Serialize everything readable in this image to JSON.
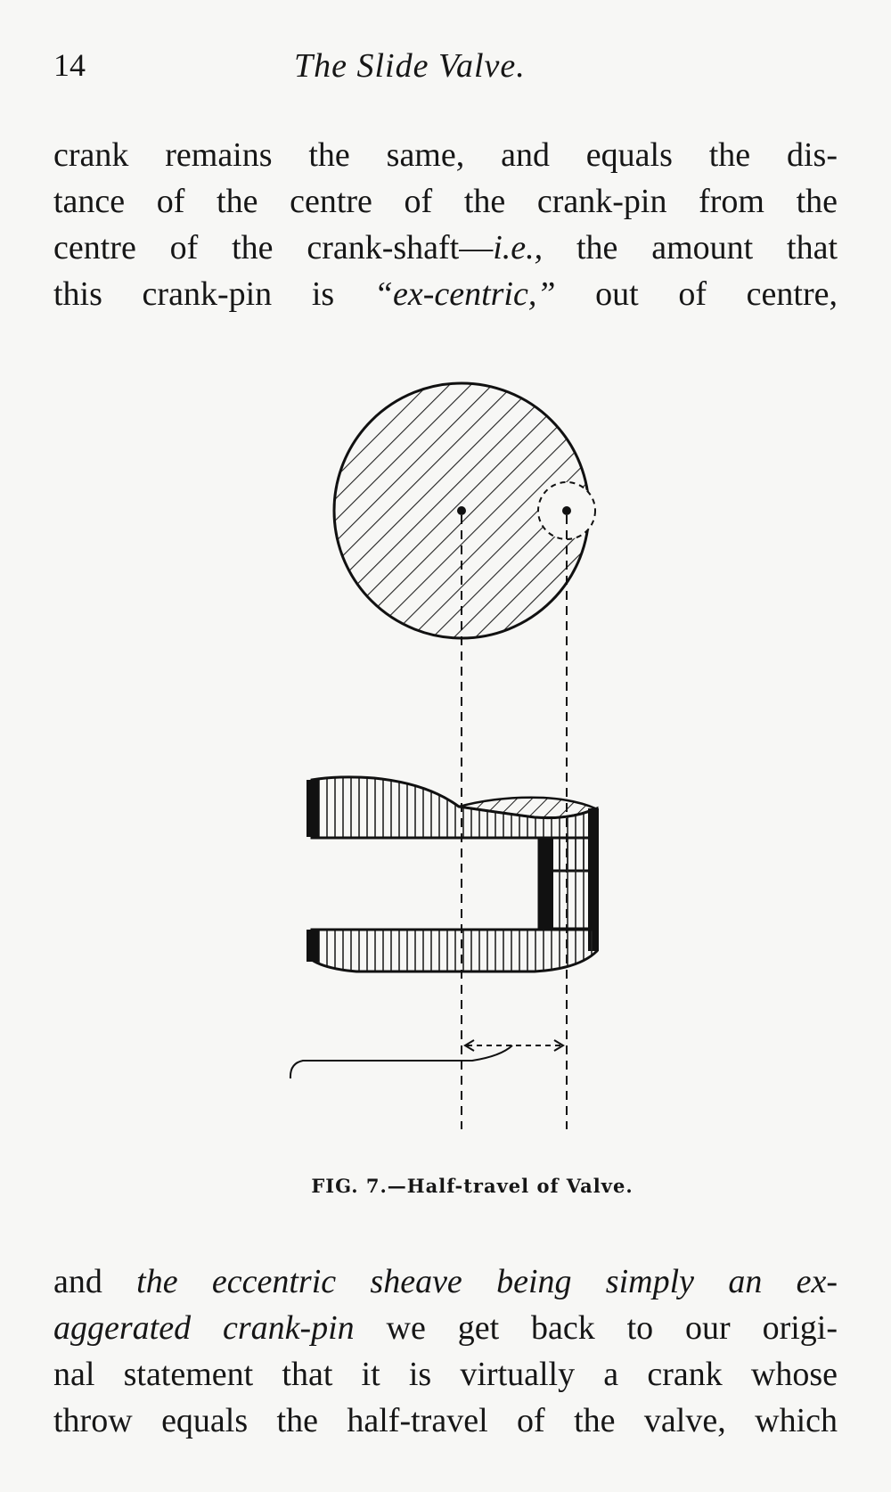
{
  "header": {
    "page_number": "14",
    "running_title": "The Slide Valve."
  },
  "top_paragraph": {
    "line1": "crank remains the same, and equals the dis-",
    "line2": "tance of the centre of the crank-pin from the",
    "line3_a": "centre of the crank-shaft—",
    "line3_b": "i.e.,",
    "line3_c": " the amount that",
    "line4_a": "this crank-pin is ",
    "line4_b": "“ex-centric,”",
    "line4_c": " out of centre,"
  },
  "figure": {
    "caption": "FIG. 7.—Half-travel of Valve."
  },
  "bottom_paragraph": {
    "line1_a": "and ",
    "line1_b": "the eccentric sheave being simply an ex-",
    "line2_a": "aggerated crank-pin",
    "line2_b": " we get back to our origi-",
    "line3": "nal statement that it is virtually a crank whose",
    "line4": "throw equals the half-travel of the valve, which"
  }
}
